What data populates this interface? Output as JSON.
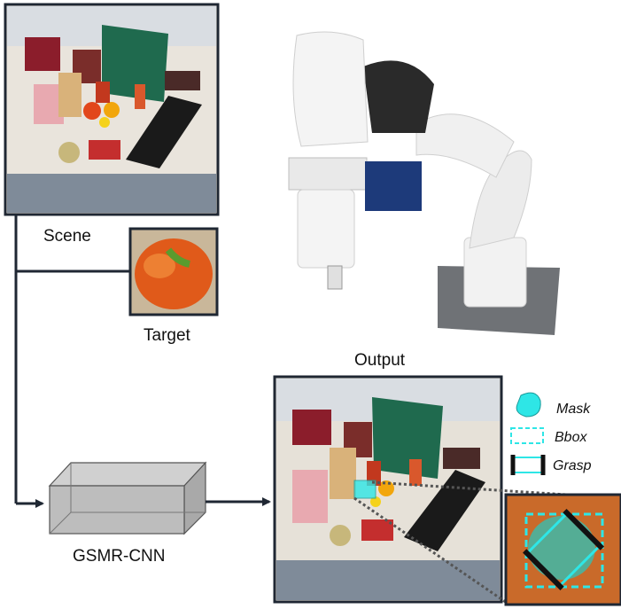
{
  "labels": {
    "scene": "Scene",
    "target": "Target",
    "output": "Output",
    "model": "GSMR-CNN"
  },
  "legend": [
    {
      "key": "mask",
      "label": "Mask"
    },
    {
      "key": "bbox",
      "label": "Bbox"
    },
    {
      "key": "grasp",
      "label": "Grasp"
    }
  ],
  "colors": {
    "frame": "#1f2733",
    "arrow": "#1f2733",
    "cyan": "#2ee6e6",
    "box_fill": "#bdbdbd",
    "box_stroke": "#555555"
  },
  "icons": {
    "robot": "robot-arm-image",
    "target": "bell-pepper-image"
  }
}
